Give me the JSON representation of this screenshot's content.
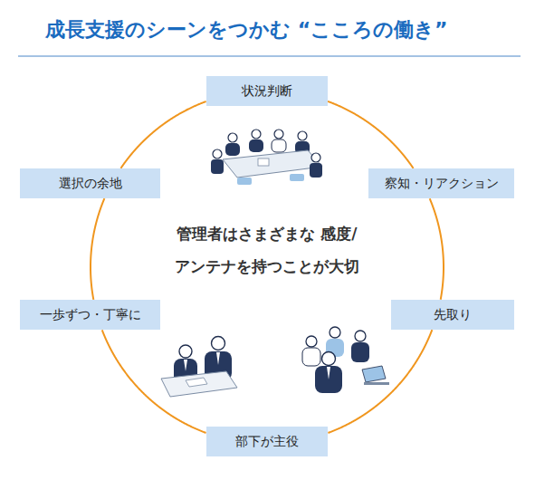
{
  "diagram": {
    "title": "成長支援のシーンをつかむ “こころの働き”",
    "nodes": [
      {
        "text": [
          "状況判断"
        ]
      },
      {
        "text": [
          "察知・リアクション"
        ]
      },
      {
        "text": [
          "先取り"
        ]
      },
      {
        "text": [
          "部下が主役"
        ]
      },
      {
        "text": [
          "一歩ずつ・丁寧に"
        ]
      },
      {
        "text": [
          "選択の余地"
        ]
      }
    ],
    "edges": [
      {
        "from": 0,
        "to": 1,
        "arrow": "none"
      },
      {
        "from": 1,
        "to": 2,
        "arrow": "none"
      },
      {
        "from": 2,
        "to": 3,
        "arrow": "none"
      },
      {
        "from": 3,
        "to": 4,
        "arrow": "none"
      },
      {
        "from": 4,
        "to": 5,
        "arrow": "none"
      },
      {
        "from": 5,
        "to": 0,
        "arrow": "none"
      }
    ],
    "labels": [
      "管理者はさまざまな 感度/アンテナを持つことが大切"
    ]
  }
}
